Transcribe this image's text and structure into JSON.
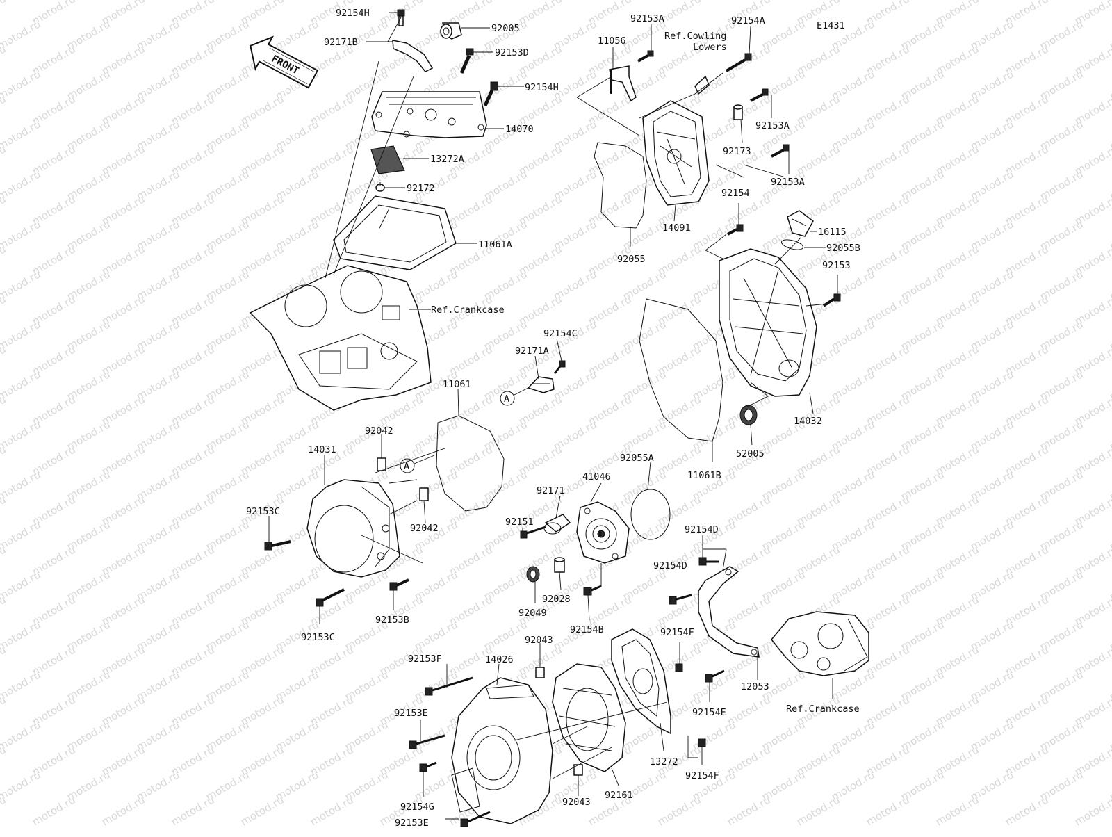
{
  "diagram_code": "E1431",
  "watermark": "motod.ru",
  "front_label": "FRONT",
  "callout_letter": "A",
  "labels": {
    "p92154H_top": "92154H",
    "p92005": "92005",
    "p92171B": "92171B",
    "p92153D": "92153D",
    "p92154H_mid": "92154H",
    "p14070": "14070",
    "p13272A": "13272A",
    "p92172": "92172",
    "p11061A": "11061A",
    "ref_crankcase_top": "Ref.Crankcase",
    "p11056": "11056",
    "p92153A_top": "92153A",
    "ref_cowling_1": "Ref.Cowling",
    "ref_cowling_2": "Lowers",
    "p92154A": "92154A",
    "p92153A_mid": "92153A",
    "p92173": "92173",
    "p92153A_low": "92153A",
    "p14091": "14091",
    "p92055": "92055",
    "p92154": "92154",
    "p16115": "16115",
    "p92055B": "92055B",
    "p92153": "92153",
    "p14032": "14032",
    "p52005": "52005",
    "p11061B": "11061B",
    "p92154C": "92154C",
    "p92171A": "92171A",
    "p11061": "11061",
    "p92042_top": "92042",
    "p14031": "14031",
    "p92042_low": "92042",
    "p92153C_left": "92153C",
    "p92153C_low": "92153C",
    "p92153B": "92153B",
    "p92055A": "92055A",
    "p41046": "41046",
    "p92171": "92171",
    "p92151": "92151",
    "p92028": "92028",
    "p92049": "92049",
    "p92154B": "92154B",
    "p92154D_top": "92154D",
    "p92154D_mid": "92154D",
    "p92154F_top": "92154F",
    "p12053": "12053",
    "ref_crankcase_low": "Ref.Crankcase",
    "p92154E": "92154E",
    "p92154F_low": "92154F",
    "p13272": "13272",
    "p92161": "92161",
    "p92043_top": "92043",
    "p92043_low": "92043",
    "p14026": "14026",
    "p92153F": "92153F",
    "p92153E_top": "92153E",
    "p92154G": "92154G",
    "p92153E_low": "92153E"
  }
}
